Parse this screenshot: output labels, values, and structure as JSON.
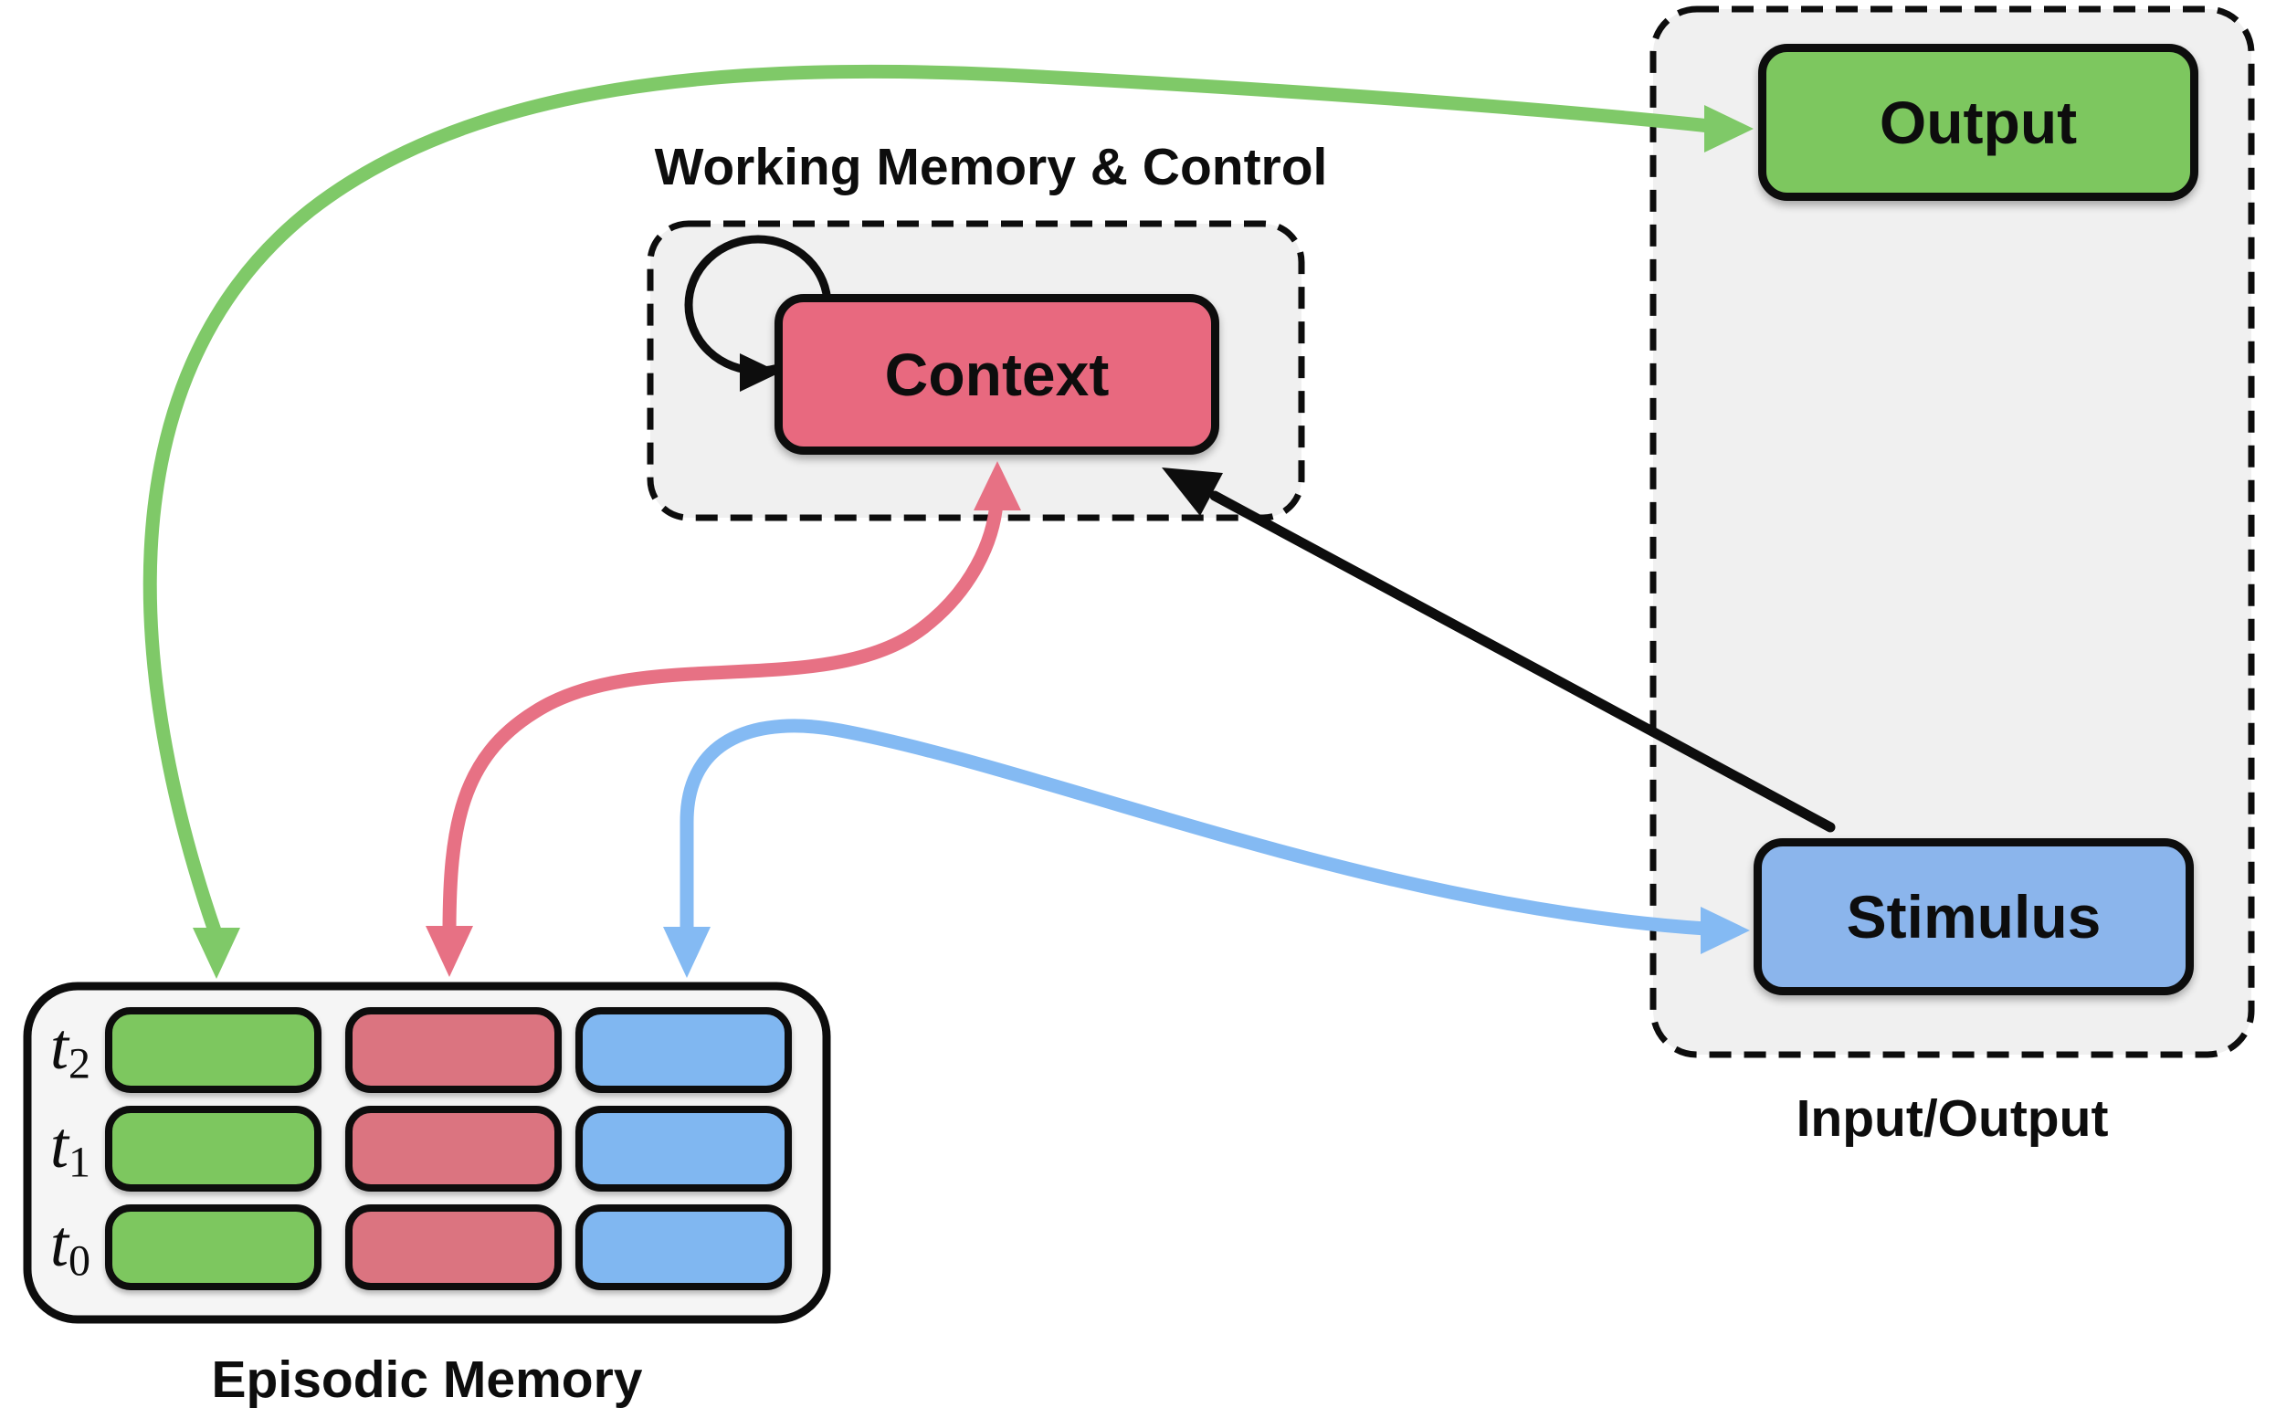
{
  "working_memory": {
    "title": "Working Memory & Control",
    "node_label": "Context"
  },
  "input_output": {
    "title": "Input/Output",
    "output_label": "Output",
    "stimulus_label": "Stimulus"
  },
  "episodic_memory": {
    "title": "Episodic Memory",
    "rows": [
      {
        "label": "t",
        "sub": "2"
      },
      {
        "label": "t",
        "sub": "1"
      },
      {
        "label": "t",
        "sub": "0"
      }
    ],
    "columns": [
      "green",
      "red",
      "blue"
    ]
  },
  "edges": [
    {
      "id": "output-episodic",
      "color": "green",
      "from": "output",
      "to": "episodic-memory-green-column",
      "arrowheads": "both"
    },
    {
      "id": "context-episodic",
      "color": "red",
      "from": "context",
      "to": "episodic-memory-red-column",
      "arrowheads": "both"
    },
    {
      "id": "stimulus-episodic",
      "color": "blue",
      "from": "stimulus",
      "to": "episodic-memory-blue-column",
      "arrowheads": "both"
    },
    {
      "id": "stimulus-context",
      "color": "black",
      "from": "stimulus",
      "to": "context",
      "arrowheads": "end"
    },
    {
      "id": "context-self-loop",
      "color": "black",
      "from": "context",
      "to": "context",
      "arrowheads": "end"
    }
  ],
  "colors": {
    "green_fill": "#7DC75F",
    "green_arrow": "#7FC968",
    "red_fill": "#DB7480",
    "context_fill": "#E8697F",
    "red_arrow": "#E77184",
    "blue_fill": "#80B7F1",
    "stimulus_fill": "#8BB5EC",
    "blue_arrow": "#84BAF3",
    "container_fill": "#F0F0F0",
    "episodic_fill": "#F5F5F5",
    "line_black": "#0d0d0d"
  }
}
